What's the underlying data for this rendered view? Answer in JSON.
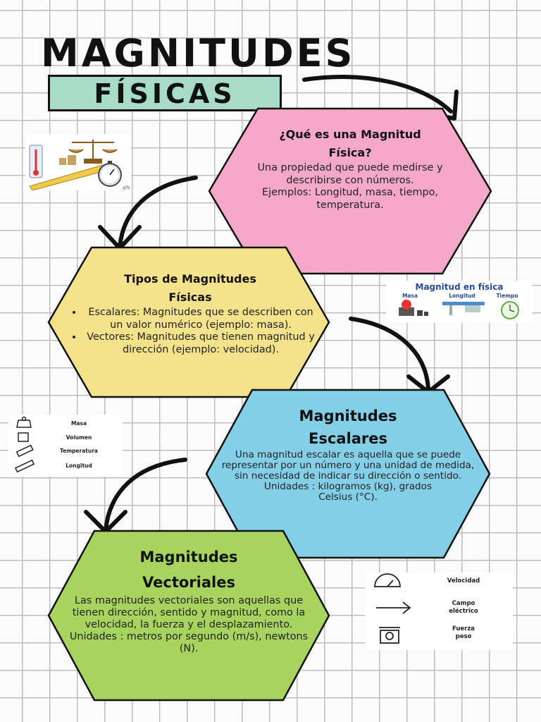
{
  "title": "MAGNITUDES",
  "subtitle": "FÍSICAS",
  "card1": {
    "title": "¿Qué es una Magnitud Física?",
    "body": "Una propiedad que puede medirse y describirse con números.",
    "examples": "Ejemplos: Longitud, masa, tiempo, temperatura.",
    "color": "#f6a8c8"
  },
  "card2": {
    "title": "Tipos de Magnitudes Físicas",
    "items": [
      "Escalares: Magnitudes que se describen con un valor numérico (ejemplo: masa).",
      "Vectores: Magnitudes que tienen magnitud y dirección (ejemplo: velocidad)."
    ],
    "color": "#f5e38c"
  },
  "card3": {
    "title": "Magnitudes Escalares",
    "body": "Una magnitud escalar es aquella que se puede representar por un número y una unidad de medida, sin necesidad de indicar su dirección o sentido.",
    "units": "Unidades : kilogramos (kg), grados Celsius (°C).",
    "color": "#84cfe8"
  },
  "card4": {
    "title": "Magnitudes Vectoriales",
    "body": "Las magnitudes vectoriales son aquellas que tienen dirección, sentido y magnitud, como la velocidad, la fuerza y el desplazamiento.",
    "units": "Unidades : metros por segundo (m/s), newtons (N).",
    "color": "#a6d45f"
  },
  "img_physics_fisica": {
    "title": "Magnitud en física",
    "labels": [
      "Masa",
      "Longitud",
      "Tiempo"
    ]
  },
  "img_scalar_list": {
    "labels": [
      "Masa",
      "Volumen",
      "Temperatura",
      "Longitud"
    ]
  },
  "img_vector_list": {
    "labels": [
      "Velocidad",
      "Campo eléctrico",
      "Fuerza peso"
    ]
  },
  "img_instruments_caption": "gifs"
}
